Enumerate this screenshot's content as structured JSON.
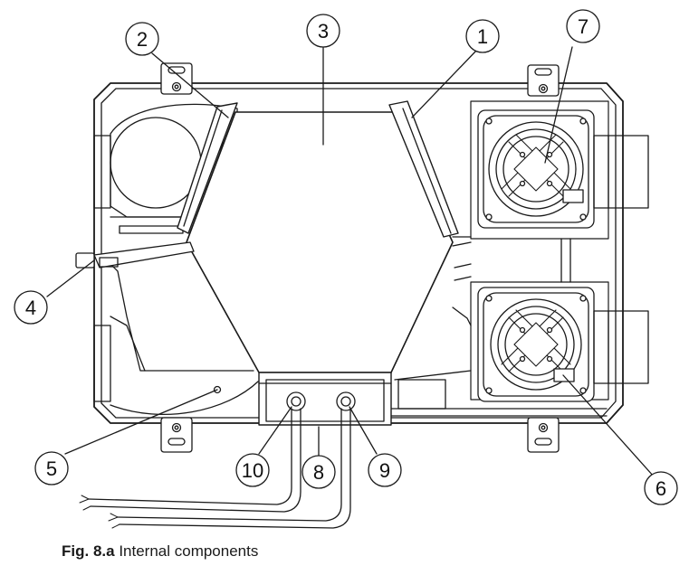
{
  "caption": {
    "label": "Fig. 8.a",
    "text": "Internal components"
  },
  "callouts": [
    {
      "id": "1",
      "label": "1"
    },
    {
      "id": "2",
      "label": "2"
    },
    {
      "id": "3",
      "label": "3"
    },
    {
      "id": "4",
      "label": "4"
    },
    {
      "id": "5",
      "label": "5"
    },
    {
      "id": "6",
      "label": "6"
    },
    {
      "id": "7",
      "label": "7"
    },
    {
      "id": "8",
      "label": "8"
    },
    {
      "id": "9",
      "label": "9"
    },
    {
      "id": "10",
      "label": "10"
    }
  ],
  "colors": {
    "line": "#1a1a1a",
    "fill": "#ffffff",
    "shade": "#f2f2f2"
  }
}
